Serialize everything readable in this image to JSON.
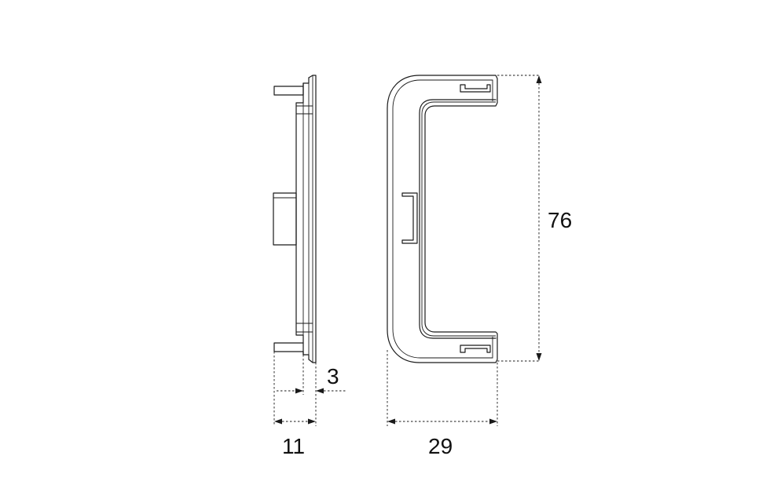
{
  "dimensions": {
    "height": "76",
    "width": "29",
    "depth": "11",
    "lip": "3"
  }
}
